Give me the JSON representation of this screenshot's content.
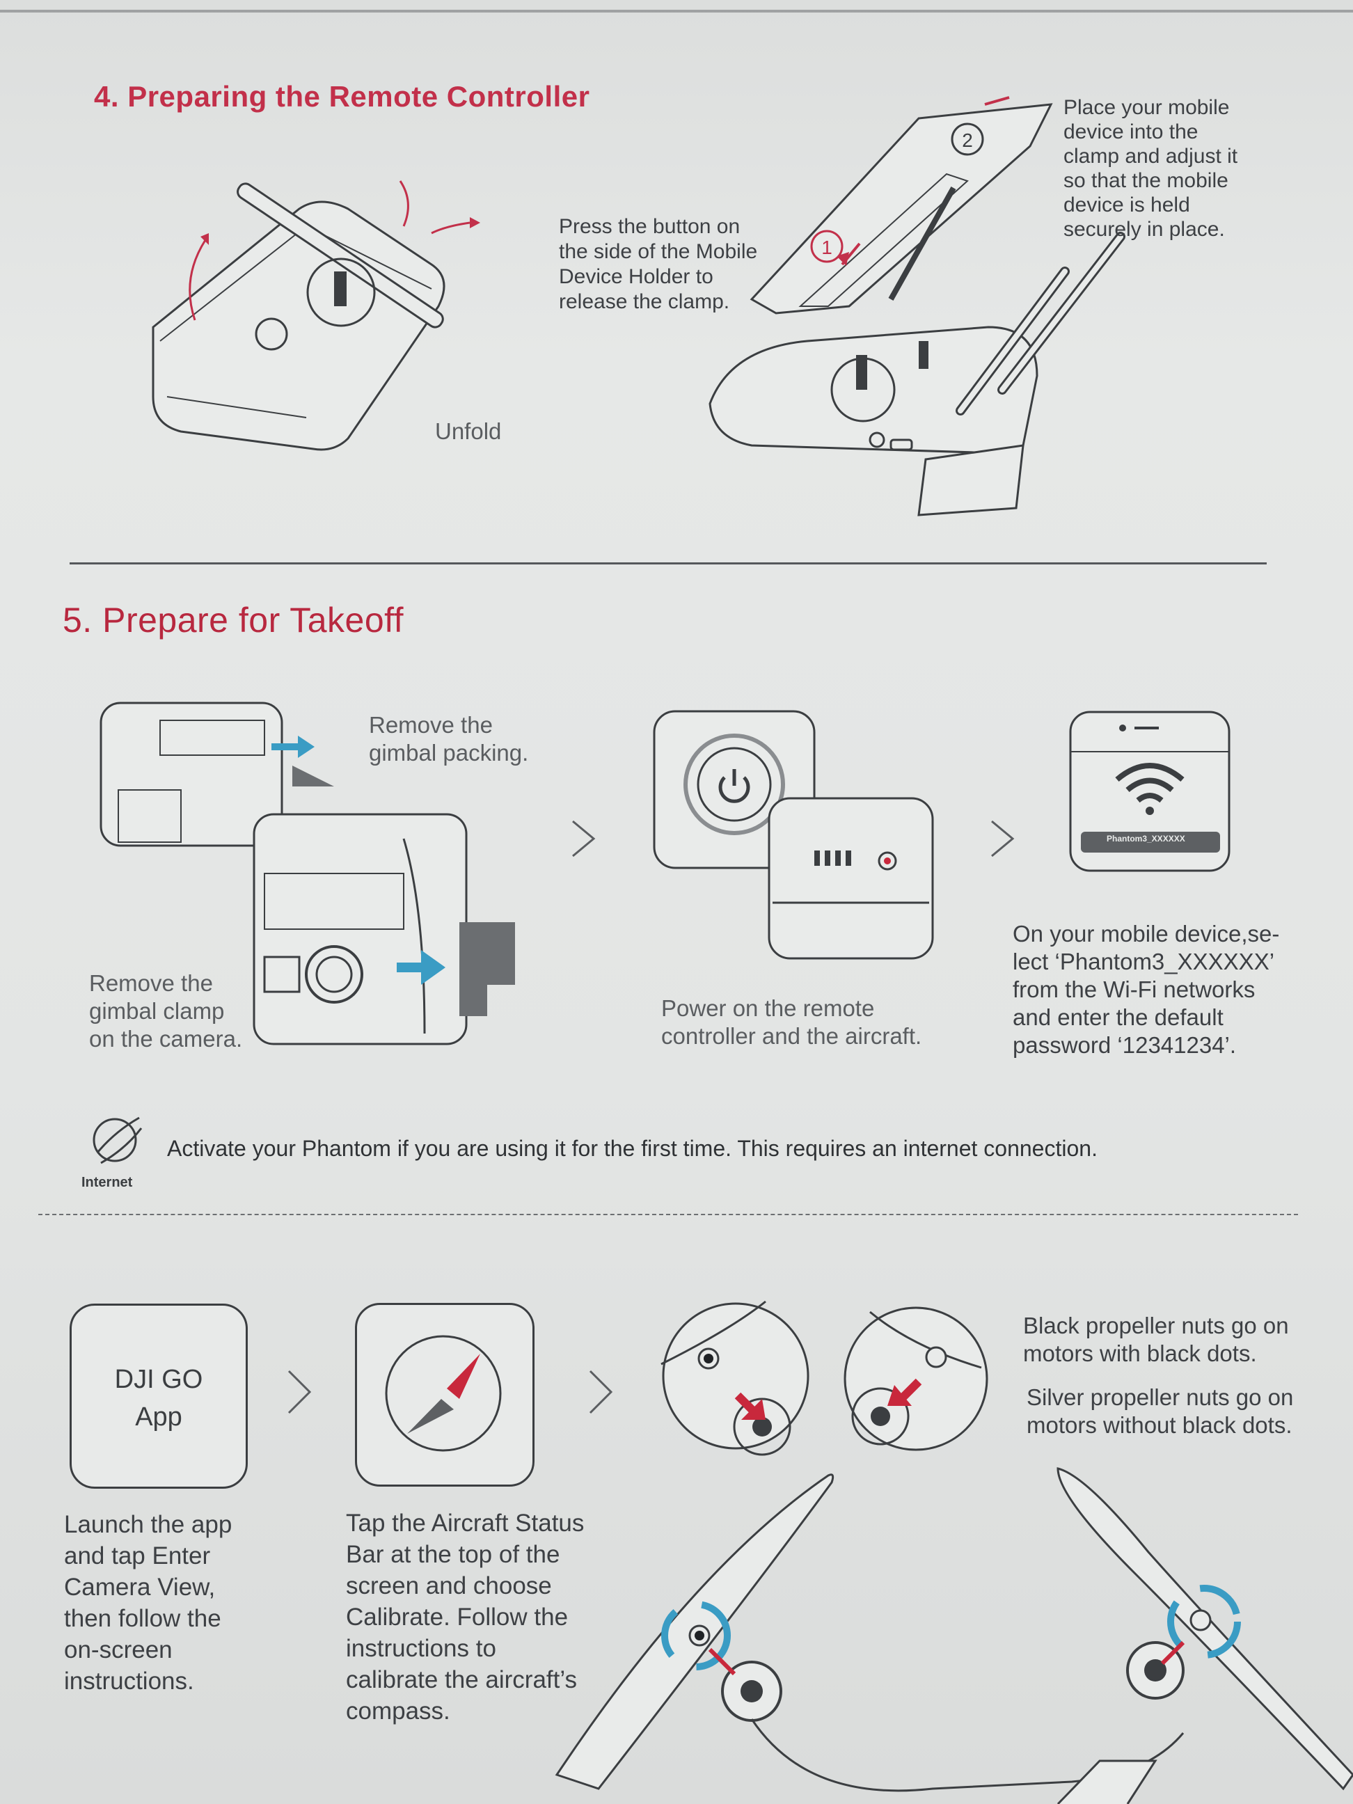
{
  "section4": {
    "title": "4. Preparing the Remote Controller",
    "unfold_label": "Unfold",
    "press_button_text": "Press the button on\nthe side of the Mobile\nDevice Holder to\nrelease the clamp.",
    "place_device_text": "Place your mobile\ndevice into the\nclamp and adjust it\nso that the mobile\ndevice is held\nsecurely in place.",
    "step1_label": "1",
    "step2_label": "2"
  },
  "section5": {
    "title": "5. Prepare for Takeoff",
    "remove_packing_text": "Remove the\ngimbal packing.",
    "remove_clamp_text": "Remove the\ngimbal clamp\non the camera.",
    "power_on_text": "Power on the remote\ncontroller and the aircraft.",
    "wifi_text": "On your mobile device,se-\nlect ‘Phantom3_XXXXXX’\nfrom the Wi-Fi networks\nand enter the default\npassword ‘12341234’.",
    "wifi_network_label": "Phantom3_XXXXXX",
    "activate_text": "Activate your Phantom if you are using it for the first time. This requires an internet connection.",
    "internet_label": "Internet",
    "app_box_label": "DJI GO\nApp",
    "launch_text": "Launch the app\nand tap Enter\nCamera View,\nthen follow the\non-screen\ninstructions.",
    "calibrate_text": "Tap the Aircraft Status\nBar at the top of the\nscreen and choose\nCalibrate. Follow the\ninstructions to\ncalibrate the aircraft’s\ncompass.",
    "black_nuts_text": "Black propeller nuts go on\nmotors with black dots.",
    "silver_nuts_text": "Silver propeller nuts go on\nmotors without black dots."
  },
  "colors": {
    "heading": "#c2304a",
    "accent_blue": "#3a9cc4",
    "accent_red": "#c8283c",
    "line": "#3b3e41"
  },
  "icons": [
    "power-icon",
    "wifi-icon",
    "compass-icon",
    "internet-globe-icon",
    "chevron-right-icon",
    "propeller-icon"
  ]
}
